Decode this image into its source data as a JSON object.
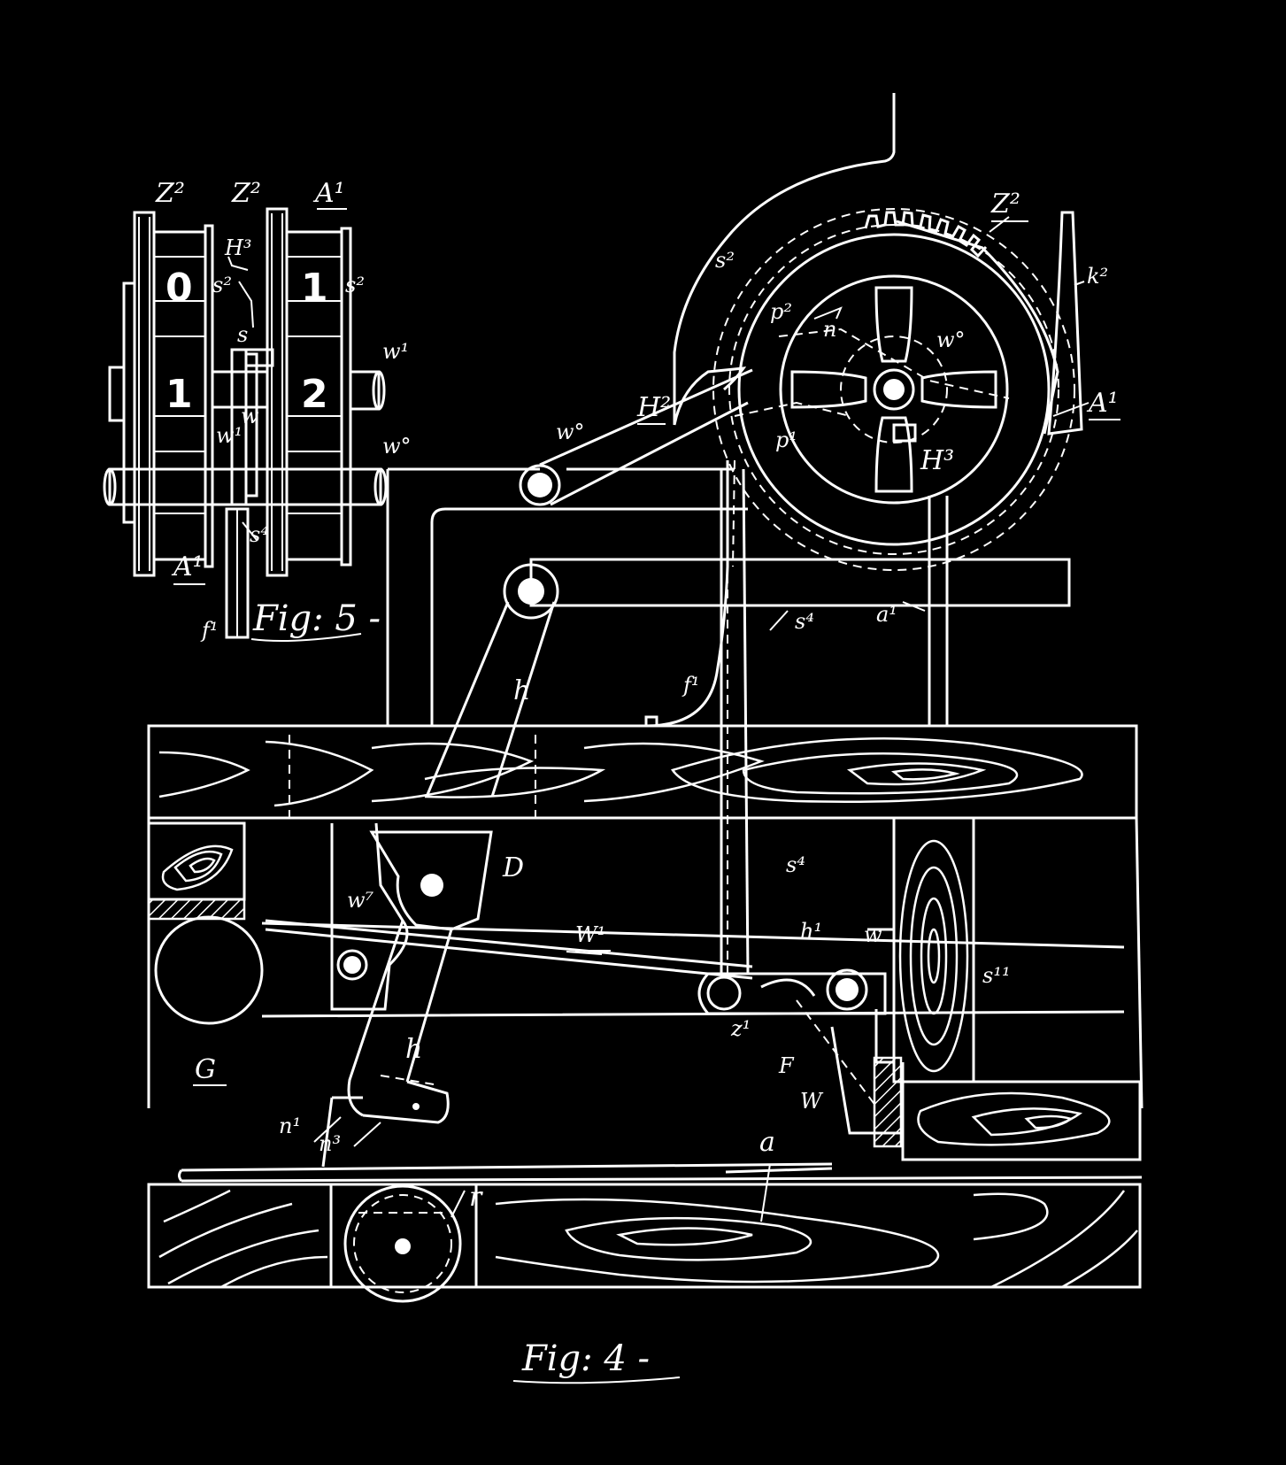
{
  "figures": {
    "fig4_caption": "Fig: 4 -",
    "fig5_caption": "Fig: 5 -"
  },
  "fig4_labels": {
    "Z2": "Z²",
    "k2": "k²",
    "s2": "s²",
    "p2": "p²",
    "n": "n",
    "w0_wheel": "w°",
    "A1": "A¹",
    "H2": "H²",
    "w0_link": "w°",
    "p1": "p¹",
    "H3": "H³",
    "a1": "a¹",
    "s4_upper": "s⁴",
    "f1": "f¹",
    "h_upper": "h",
    "D": "D",
    "s4_lower": "s⁴",
    "w7": "w⁷",
    "W1": "W¹",
    "h1": "h¹",
    "w": "w",
    "s11": "s¹¹",
    "z1": "z¹",
    "F": "F",
    "W": "W",
    "G": "G",
    "h_lower": "h",
    "n1": "n¹",
    "n3": "n³",
    "a": "a",
    "r": "r"
  },
  "fig5_labels": {
    "Z2_left": "Z²",
    "Z2_mid": "Z²",
    "A1_top": "A¹",
    "H3": "H³",
    "s2_mid": "s²",
    "s2_right": "s²",
    "s_small": "s",
    "w1": "w¹",
    "w_small": "w",
    "w0": "w°",
    "s4": "s⁴",
    "A1_bottom": "A¹",
    "f1": "f¹"
  },
  "fig5_drum_digits": {
    "left_upper": "0",
    "left_lower": "1",
    "right_upper": "1",
    "right_lower": "2"
  }
}
